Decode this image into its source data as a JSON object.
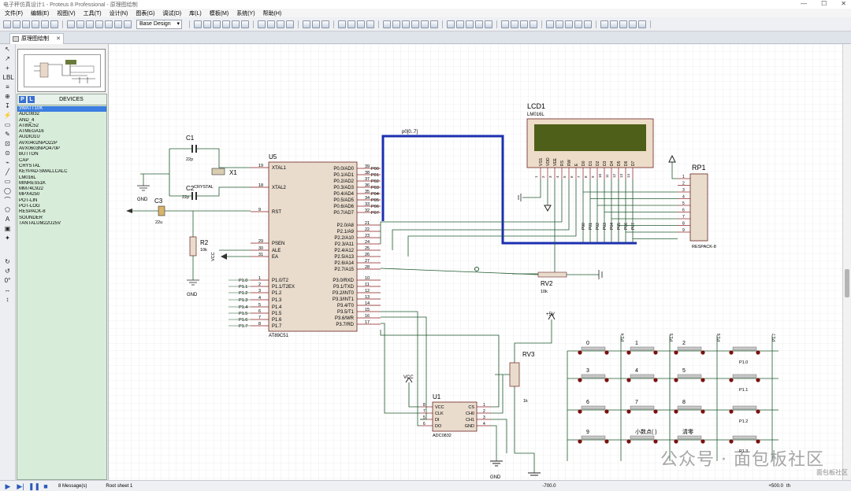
{
  "app": {
    "title": "电子秤仿真设计1 - Proteus 8 Professional - 原理图绘制",
    "window_controls": [
      "—",
      "☐",
      "✕"
    ]
  },
  "menu": [
    "文件(F)",
    "编辑(E)",
    "视图(V)",
    "工具(T)",
    "设计(N)",
    "图表(G)",
    "调试(D)",
    "库(L)",
    "模板(M)",
    "系统(Y)",
    "帮助(H)"
  ],
  "toolbar": {
    "design_select": "Base Design"
  },
  "tab": {
    "label": "原理图绘制",
    "close": "✕"
  },
  "left_tools": [
    "↖",
    "↗",
    "+",
    "LBL",
    "≡",
    "⊕",
    "↧",
    "⚡",
    "▭",
    "✎",
    "⊡",
    "⊙",
    "⌁",
    "╱",
    "▭",
    "◯",
    "⌒",
    "⬠",
    "A",
    "▣",
    "✦",
    "↻",
    "↺",
    "0°",
    "↔",
    "↕"
  ],
  "devices": {
    "header": "DEVICES",
    "p_label": "P",
    "l_label": "L",
    "items": [
      "3WATT10K",
      "ADC0832",
      "AND_4",
      "AT89C52",
      "ATMEGA16",
      "AUDIO1U",
      "AVX0402NPO22P",
      "AVX0603NPO470P",
      "BUTTON",
      "CAP",
      "CRYSTAL",
      "KEYPAD-SMALLCALC",
      "LM016L",
      "MINRES51K",
      "MM74C922",
      "MPX4250",
      "POT-LIN",
      "POT-LOG",
      "RESPACK-8",
      "SOUNDER",
      "TANTALUM22U25V"
    ],
    "selected": "3WATT10K"
  },
  "schematic": {
    "c1": "C1",
    "c1_val": "22p",
    "c2": "C2",
    "c2_val": "22p",
    "c3": "C3",
    "c3_val": "22u",
    "x1": "X1",
    "x1_val": "CRYSTAL",
    "r2": "R2",
    "r2_val": "10k",
    "gnd": "GND",
    "vcc": "VCC",
    "u5": "U5",
    "u5_part": "AT89C51",
    "u5_left_pins": [
      {
        "name": "XTAL1",
        "num": "19"
      },
      {
        "name": "XTAL2",
        "num": "18"
      },
      {
        "name": "RST",
        "num": "9"
      },
      {
        "name": "PSEN",
        "num": "29"
      },
      {
        "name": "ALE",
        "num": "30"
      },
      {
        "name": "EA",
        "num": "31"
      },
      {
        "name": "P1.0/T2",
        "num": "1"
      },
      {
        "name": "P1.1/T2EX",
        "num": "2"
      },
      {
        "name": "P1.2",
        "num": "3"
      },
      {
        "name": "P1.3",
        "num": "4"
      },
      {
        "name": "P1.4",
        "num": "5"
      },
      {
        "name": "P1.5",
        "num": "6"
      },
      {
        "name": "P1.6",
        "num": "7"
      },
      {
        "name": "P1.7",
        "num": "8"
      }
    ],
    "u5_right_pins": [
      {
        "name": "P0.0/AD0",
        "num": "39"
      },
      {
        "name": "P0.1/AD1",
        "num": "38"
      },
      {
        "name": "P0.2/AD2",
        "num": "37"
      },
      {
        "name": "P0.3/AD3",
        "num": "36"
      },
      {
        "name": "P0.4/AD4",
        "num": "35"
      },
      {
        "name": "P0.5/AD5",
        "num": "34"
      },
      {
        "name": "P0.6/AD6",
        "num": "33"
      },
      {
        "name": "P0.7/AD7",
        "num": "32"
      },
      {
        "name": "P2.0/A8",
        "num": "21"
      },
      {
        "name": "P2.1/A9",
        "num": "22"
      },
      {
        "name": "P2.2/A10",
        "num": "23"
      },
      {
        "name": "P2.3/A11",
        "num": "24"
      },
      {
        "name": "P2.4/A12",
        "num": "25"
      },
      {
        "name": "P2.5/A13",
        "num": "26"
      },
      {
        "name": "P2.6/A14",
        "num": "27"
      },
      {
        "name": "P2.7/A15",
        "num": "28"
      },
      {
        "name": "P3.0/RXD",
        "num": "10"
      },
      {
        "name": "P3.1/TXD",
        "num": "11"
      },
      {
        "name": "P3.2/INT0",
        "num": "12"
      },
      {
        "name": "P3.3/INT1",
        "num": "13"
      },
      {
        "name": "P3.4/T0",
        "num": "14"
      },
      {
        "name": "P3.5/T1",
        "num": "15"
      },
      {
        "name": "P3.6/WR",
        "num": "16"
      },
      {
        "name": "P3.7/RD",
        "num": "17"
      }
    ],
    "p0_nets": [
      "P00",
      "P01",
      "P02",
      "P03",
      "P04",
      "P05",
      "P06",
      "P07"
    ],
    "p1_nets": [
      "P1.0",
      "P1.1",
      "P1.2",
      "P1.3",
      "P1.4",
      "P1.5",
      "P1.6",
      "P1.7"
    ],
    "bus_label": "p0[0..7]",
    "lcd": "LCD1",
    "lcd_part": "LM016L",
    "lcd_pins": [
      "VSS",
      "VDD",
      "VEE",
      "RS",
      "RW",
      "E",
      "D0",
      "D1",
      "D2",
      "D3",
      "D4",
      "D5",
      "D6",
      "D7"
    ],
    "lcd_nums": [
      "1",
      "2",
      "3",
      "4",
      "5",
      "6",
      "7",
      "8",
      "9",
      "10",
      "11",
      "12",
      "13",
      "14"
    ],
    "lcd_bus_nets": [
      "P00",
      "P01",
      "P02",
      "P03",
      "P04",
      "P05",
      "P06",
      "P07"
    ],
    "rp1": "RP1",
    "rp1_part": "RESPACK-8",
    "rp1_pins": [
      "1",
      "2",
      "3",
      "4",
      "5",
      "6",
      "7",
      "8",
      "9"
    ],
    "rv2": "RV2",
    "rv2_val": "10k",
    "rv3": "RV3",
    "rv3_val": "1k",
    "plus5v": "+5V",
    "u1": "U1",
    "u1_part": "ADC0832",
    "u1_left_pins": [
      {
        "name": "VCC",
        "num": "8"
      },
      {
        "name": "CLK",
        "num": "7"
      },
      {
        "name": "DI",
        "num": "5"
      },
      {
        "name": "DO",
        "num": "6"
      }
    ],
    "u1_right_pins": [
      {
        "name": "CS",
        "num": "1"
      },
      {
        "name": "CH0",
        "num": "2"
      },
      {
        "name": "CH1",
        "num": "3"
      },
      {
        "name": "GND",
        "num": "4"
      }
    ],
    "key_row_nets": [
      "P1.0",
      "P1.1",
      "P1.2",
      "P1.3"
    ],
    "key_col_nets": [
      "P1.4",
      "P1.5",
      "P1.6",
      "P1.7"
    ],
    "keys": [
      "0",
      "1",
      "2",
      "3",
      "4",
      "5",
      "6",
      "7",
      "8",
      "9",
      "小数点( )",
      "清零"
    ]
  },
  "status": {
    "messages": "8 Message(s)",
    "sheet": "Root sheet 1",
    "x": "-700.0",
    "y": "+500.0",
    "unit": "th"
  },
  "watermark": {
    "text": "公众号 · 面包板社区",
    "badge": "面包板社区"
  }
}
